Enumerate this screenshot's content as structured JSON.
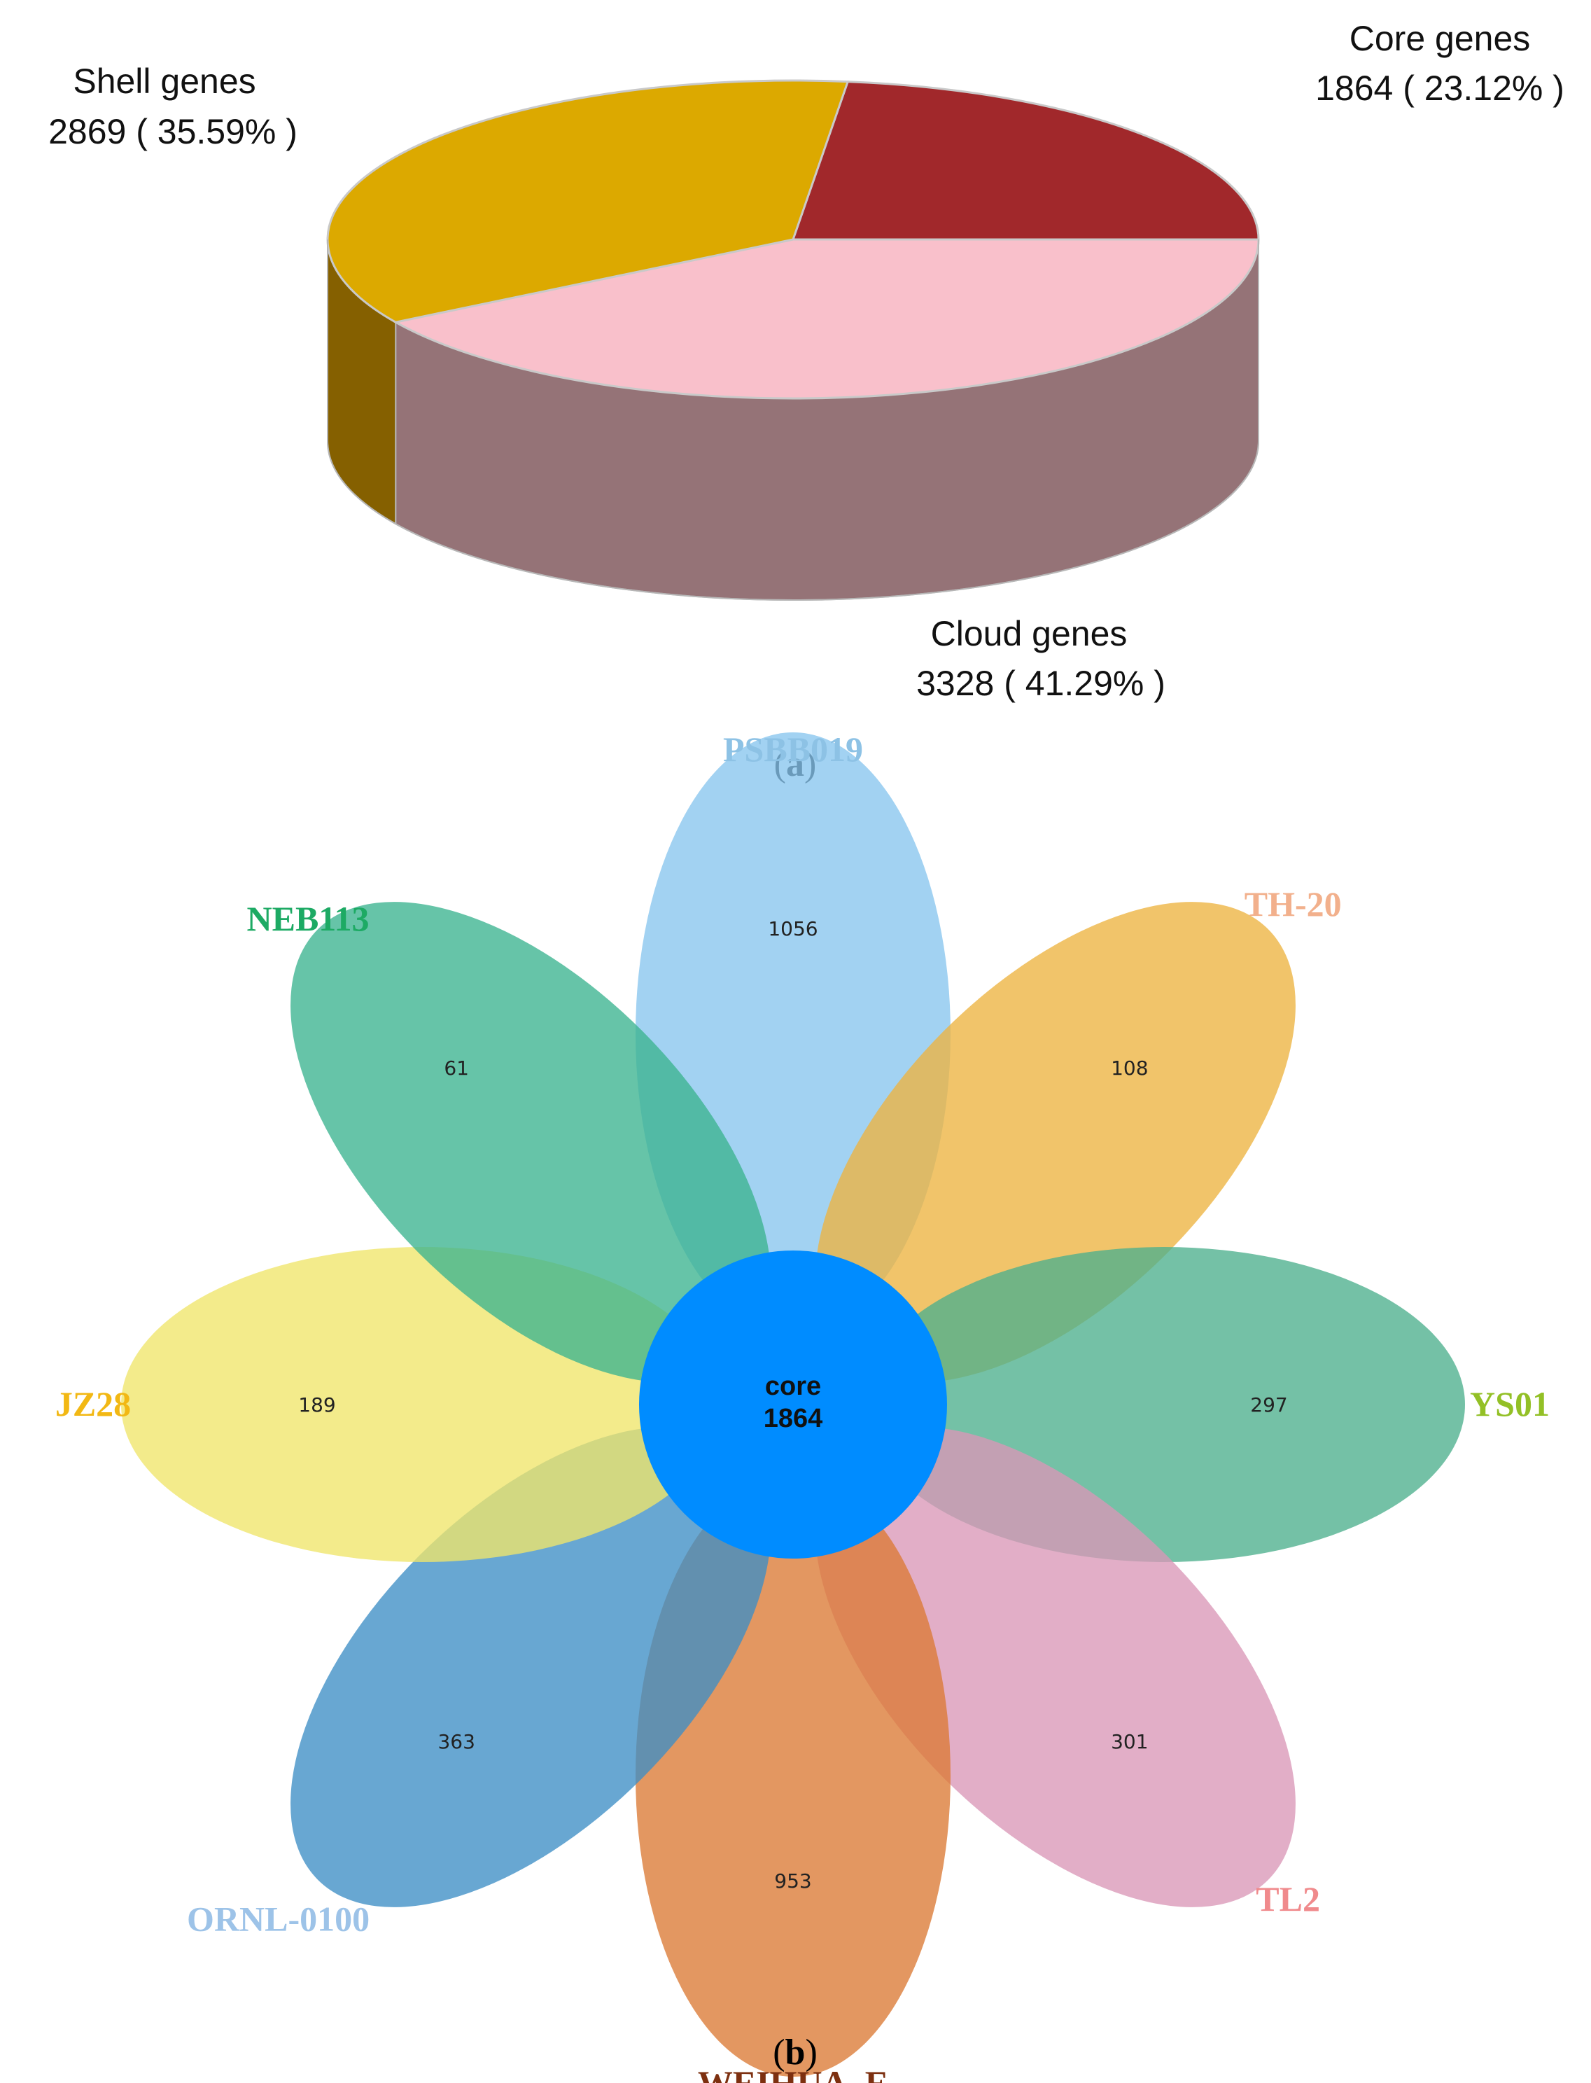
{
  "chart_data": [
    {
      "type": "pie",
      "panel_label": "(a)",
      "panel_letter": "a",
      "slices": [
        {
          "name": "Core genes",
          "value": 1864,
          "percent_label": "1864 ( 23.12% )",
          "color": "#A1282B",
          "side_color": "#6E1A1C"
        },
        {
          "name": "Cloud genes",
          "value": 3328,
          "percent_label": "3328 ( 41.29% )",
          "color": "#F9C0CB",
          "side_color": "#957377"
        },
        {
          "name": "Shell genes",
          "value": 2869,
          "percent_label": "2869 ( 35.59% )",
          "color": "#DCA900",
          "side_color": "#856000"
        }
      ]
    },
    {
      "type": "venn",
      "panel_label": "(b)",
      "panel_letter": "b",
      "core": {
        "label": "core",
        "value": 1864,
        "color": "#008CFF"
      },
      "sets": [
        {
          "name": "PSBB019",
          "unique": 1056,
          "fill": "#88C5EE",
          "label_color": "#8DC2E5"
        },
        {
          "name": "TH-20",
          "unique": 108,
          "fill": "#EDB440",
          "label_color": "#F2B08C"
        },
        {
          "name": "YS01",
          "unique": 297,
          "fill": "#4DB08D",
          "label_color": "#93C026"
        },
        {
          "name": "TL2",
          "unique": 301,
          "fill": "#DA97B7",
          "label_color": "#F08A8C"
        },
        {
          "name": "WEIHUA_E",
          "unique": 953,
          "fill": "#DB7A35",
          "label_color": "#7D3010"
        },
        {
          "name": "ORNL-0100",
          "unique": 363,
          "fill": "#3D8EC5",
          "label_color": "#9DC3E8"
        },
        {
          "name": "JZ28",
          "unique": 189,
          "fill": "#EFE56A",
          "label_color": "#F2B814"
        },
        {
          "name": "NEB113",
          "unique": 61,
          "fill": "#3BB48F",
          "label_color": "#1DAA64"
        }
      ]
    }
  ]
}
